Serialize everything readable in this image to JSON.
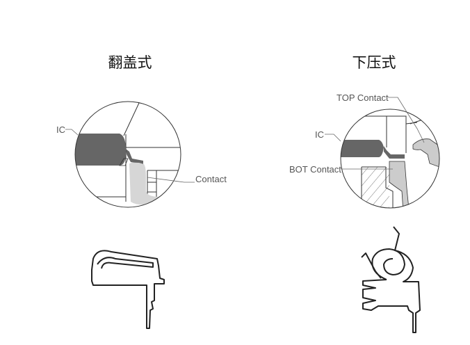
{
  "left": {
    "title": "翻盖式",
    "label_ic": "IC",
    "label_contact": "Contact"
  },
  "right": {
    "title": "下压式",
    "label_top_contact": "TOP Contact",
    "label_ic": "IC",
    "label_bot_contact": "BOT Contact"
  },
  "colors": {
    "ic": "#666666",
    "contact": "#d6d6d6"
  }
}
